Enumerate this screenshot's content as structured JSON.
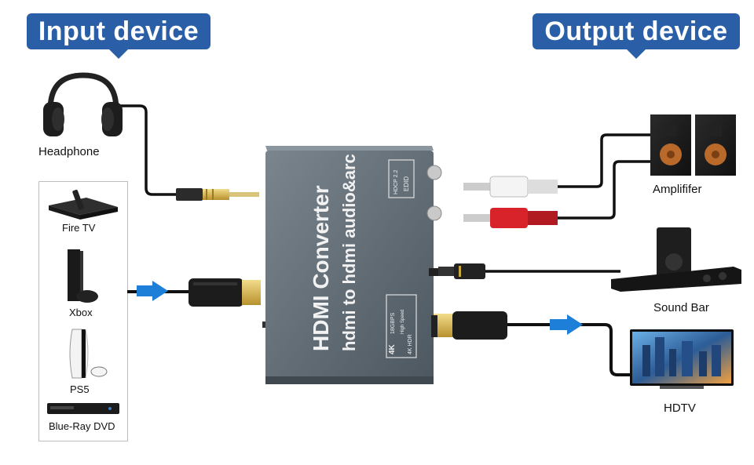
{
  "callouts": {
    "input": "Input device",
    "output": "Output device"
  },
  "device": {
    "title": "HDMI Converter",
    "subtitle": "hdmi to hdmi audio&arc",
    "badge_hdcp": "HDCP 2.2",
    "badge_edid": "EDID",
    "badge_speed": "18GBPS",
    "badge_speed2": "High Speed",
    "badge_4k": "4K",
    "badge_hdr": "4K HDR"
  },
  "inputs": {
    "headphone": "Headphone",
    "sources": [
      "Fire TV",
      "Xbox",
      "PS5",
      "Blue-Ray DVD"
    ]
  },
  "outputs": {
    "amplifier": "Amplififer",
    "soundbar": "Sound Bar",
    "hdtv": "HDTV"
  },
  "colors": {
    "callout_bg": "#2a5fa8",
    "arrow": "#1e7fd8",
    "device_body": "#5f6a73"
  }
}
